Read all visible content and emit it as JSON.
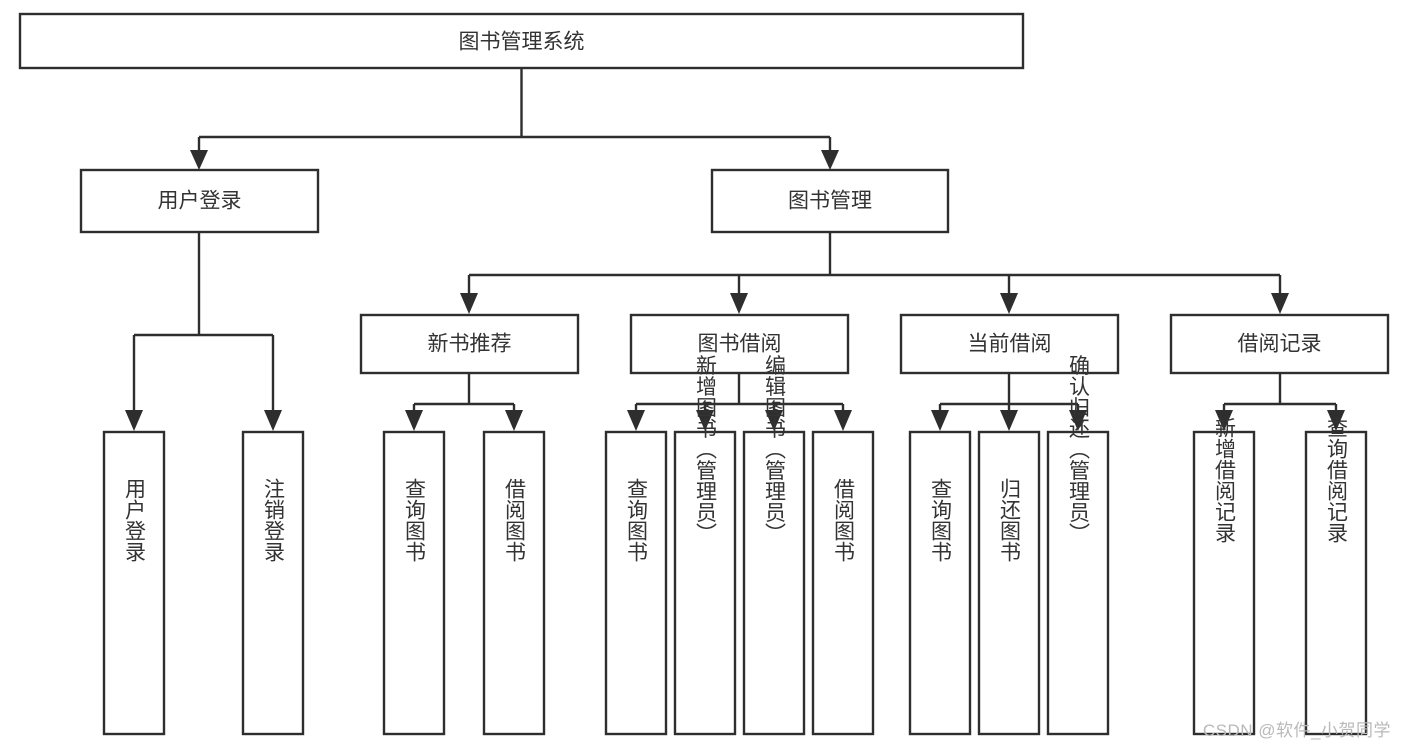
{
  "diagram": {
    "type": "tree-hierarchy",
    "title": "图书管理系统",
    "orientation": "top-down",
    "colors": {
      "stroke": "#2e2e2e",
      "box_fill": "#ffffff",
      "text": "#333333",
      "background": "#ffffff",
      "watermark": "#b9b9b9"
    },
    "levels": [
      {
        "level": 1,
        "nodes": [
          {
            "id": "root",
            "label": "图书管理系统",
            "orientation": "horizontal"
          }
        ]
      },
      {
        "level": 2,
        "nodes": [
          {
            "id": "login",
            "label": "用户登录",
            "orientation": "horizontal",
            "parent": "root"
          },
          {
            "id": "bookmgmt",
            "label": "图书管理",
            "orientation": "horizontal",
            "parent": "root"
          }
        ]
      },
      {
        "level": 3,
        "nodes": [
          {
            "id": "newbook",
            "label": "新书推荐",
            "orientation": "horizontal",
            "parent": "bookmgmt"
          },
          {
            "id": "borrow",
            "label": "图书借阅",
            "orientation": "horizontal",
            "parent": "bookmgmt"
          },
          {
            "id": "current",
            "label": "当前借阅",
            "orientation": "horizontal",
            "parent": "bookmgmt"
          },
          {
            "id": "records",
            "label": "借阅记录",
            "orientation": "horizontal",
            "parent": "bookmgmt"
          }
        ]
      },
      {
        "level": 4,
        "nodes": [
          {
            "id": "leaf-1",
            "label": "用户登录",
            "orientation": "vertical",
            "parent": "login"
          },
          {
            "id": "leaf-2",
            "label": "注销登录",
            "orientation": "vertical",
            "parent": "login"
          },
          {
            "id": "leaf-3",
            "label": "查询图书",
            "orientation": "vertical",
            "parent": "newbook"
          },
          {
            "id": "leaf-4",
            "label": "借阅图书",
            "orientation": "vertical",
            "parent": "newbook"
          },
          {
            "id": "leaf-5",
            "label": "查询图书",
            "orientation": "vertical",
            "parent": "borrow"
          },
          {
            "id": "leaf-6",
            "label": "新增图书（管理员）",
            "orientation": "vertical",
            "parent": "borrow"
          },
          {
            "id": "leaf-7",
            "label": "编辑图书（管理员）",
            "orientation": "vertical",
            "parent": "borrow"
          },
          {
            "id": "leaf-8",
            "label": "借阅图书",
            "orientation": "vertical",
            "parent": "borrow"
          },
          {
            "id": "leaf-9",
            "label": "查询图书",
            "orientation": "vertical",
            "parent": "current"
          },
          {
            "id": "leaf-10",
            "label": "归还图书",
            "orientation": "vertical",
            "parent": "current"
          },
          {
            "id": "leaf-11",
            "label": "确认归还（管理员）",
            "orientation": "vertical",
            "parent": "current"
          },
          {
            "id": "leaf-12",
            "label": "新增借阅记录",
            "orientation": "vertical",
            "parent": "records"
          },
          {
            "id": "leaf-13",
            "label": "查询借阅记录",
            "orientation": "vertical",
            "parent": "records"
          }
        ]
      }
    ]
  },
  "watermark": {
    "text": "CSDN @软件_小贺同学"
  }
}
